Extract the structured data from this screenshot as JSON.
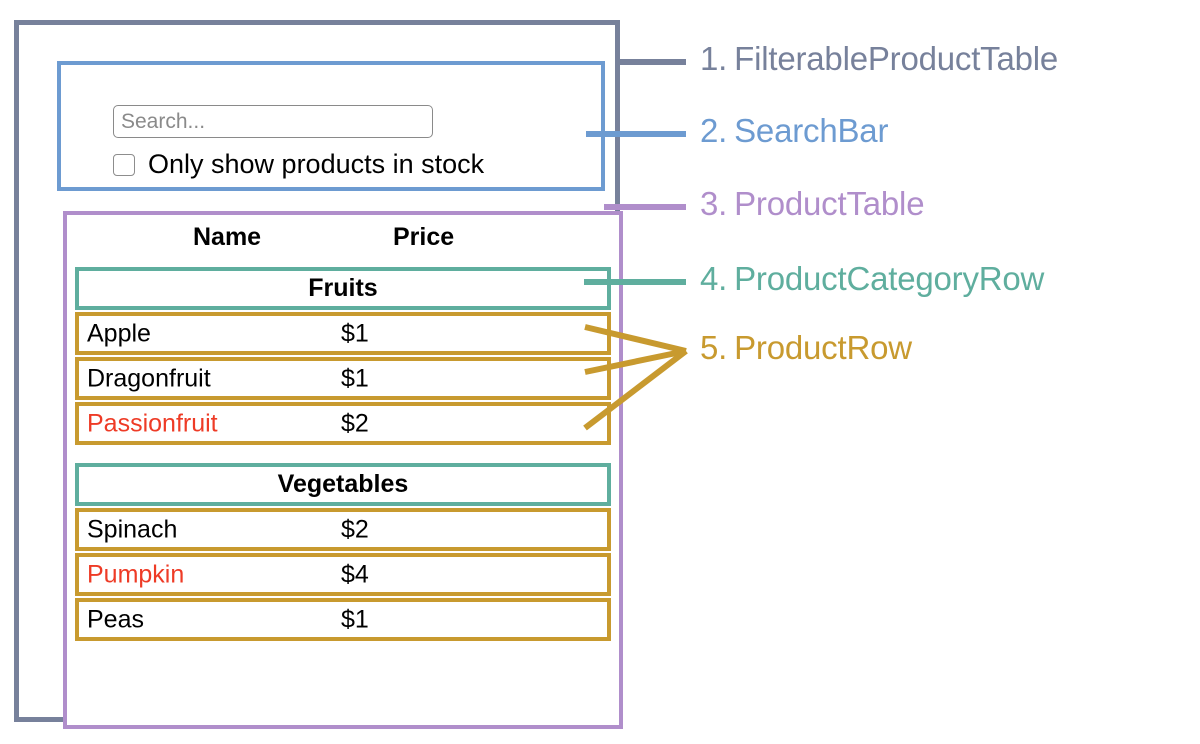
{
  "colors": {
    "filterable_product_table": "#77819b",
    "search_bar": "#6d9bd1",
    "product_table": "#b08ecb",
    "product_category_row": "#5fae9e",
    "product_row": "#c89a2f",
    "out_of_stock_text": "#ee3b26",
    "text": "#000000",
    "placeholder": "#8a8a8a"
  },
  "search_bar": {
    "search_placeholder": "Search...",
    "search_value": "",
    "checkbox_label": "Only show products in stock",
    "checkbox_checked": false
  },
  "product_table": {
    "columns": [
      "Name",
      "Price"
    ],
    "groups": [
      {
        "category": "Fruits",
        "products": [
          {
            "name": "Apple",
            "price": "$1",
            "in_stock": true
          },
          {
            "name": "Dragonfruit",
            "price": "$1",
            "in_stock": true
          },
          {
            "name": "Passionfruit",
            "price": "$2",
            "in_stock": false
          }
        ]
      },
      {
        "category": "Vegetables",
        "products": [
          {
            "name": "Spinach",
            "price": "$2",
            "in_stock": true
          },
          {
            "name": "Pumpkin",
            "price": "$4",
            "in_stock": false
          },
          {
            "name": "Peas",
            "price": "$1",
            "in_stock": true
          }
        ]
      }
    ]
  },
  "annotations": [
    {
      "number": "1.",
      "name": "FilterableProductTable",
      "color": "#77819b"
    },
    {
      "number": "2.",
      "name": "SearchBar",
      "color": "#6d9bd1"
    },
    {
      "number": "3.",
      "name": "ProductTable",
      "color": "#b08ecb"
    },
    {
      "number": "4.",
      "name": "ProductCategoryRow",
      "color": "#5fae9e"
    },
    {
      "number": "5.",
      "name": "ProductRow",
      "color": "#c89a2f"
    }
  ]
}
